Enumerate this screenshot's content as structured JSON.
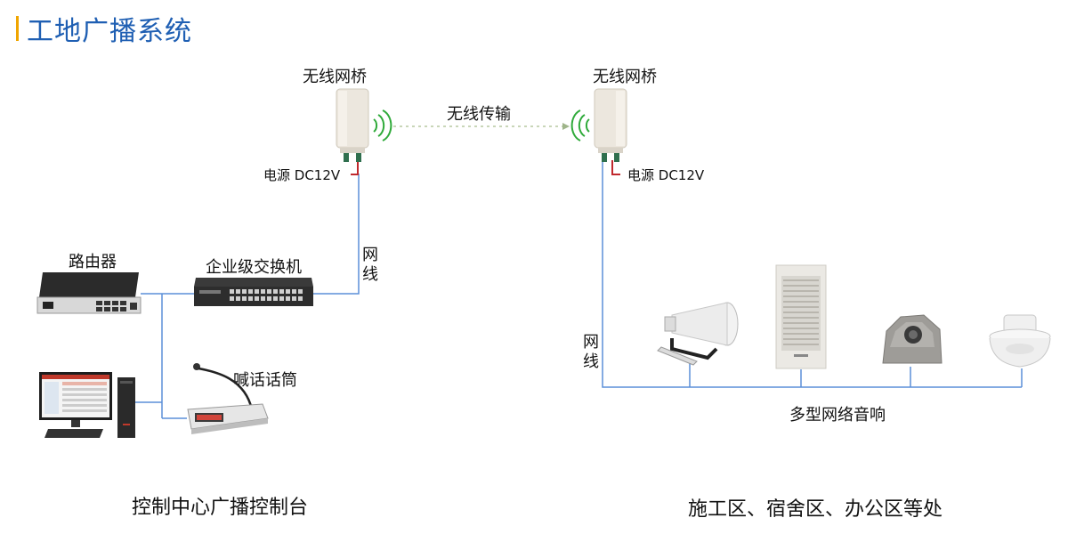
{
  "title": "工地广播系统",
  "bridge_left": {
    "label": "无线网桥",
    "power": "电源 DC12V"
  },
  "bridge_right": {
    "label": "无线网桥",
    "power": "电源 DC12V"
  },
  "wireless_label": "无线传输",
  "router_label": "路由器",
  "switch_label": "企业级交换机",
  "cable_left": [
    "网",
    "线"
  ],
  "cable_right": [
    "网",
    "线"
  ],
  "mic_label": "喊话话筒",
  "speakers_label": "多型网络音响",
  "control_center_label": "控制中心广播控制台",
  "site_label": "施工区、宿舍区、办公区等处",
  "colors": {
    "title": "#1f5fb3",
    "accent": "#f0a500",
    "wire": "#5b8fd8",
    "power": "#c0282d",
    "signal": "#2faa3a"
  }
}
